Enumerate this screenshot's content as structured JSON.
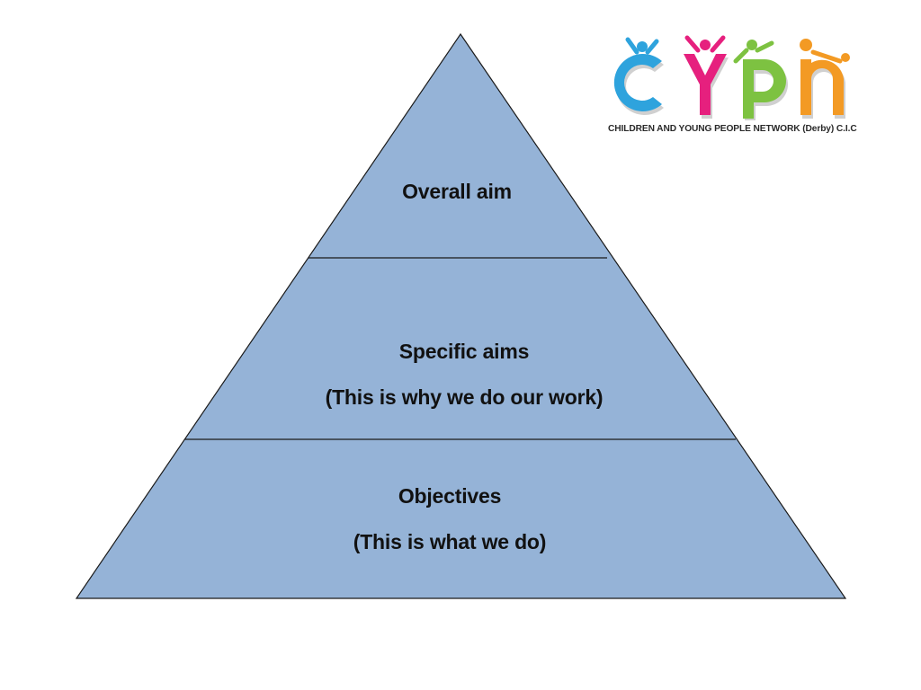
{
  "pyramid": {
    "tiers": [
      {
        "title": "Overall aim",
        "subtitle": ""
      },
      {
        "title": "Specific aims",
        "subtitle": "(This is why we do our work)"
      },
      {
        "title": "Objectives",
        "subtitle": "(This is what we do)"
      }
    ]
  },
  "logo": {
    "letters": "cypn",
    "caption": "CHILDREN AND YOUNG PEOPLE NETWORK (Derby) C.I.C"
  },
  "colors": {
    "pyramid_fill": "#95b3d7",
    "pyramid_stroke": "#1a1a1a",
    "logo_c": "#2ea3dd",
    "logo_y": "#e6207e",
    "logo_p": "#7dc241",
    "logo_n": "#f39a24",
    "logo_grey": "#c8c8c8"
  }
}
